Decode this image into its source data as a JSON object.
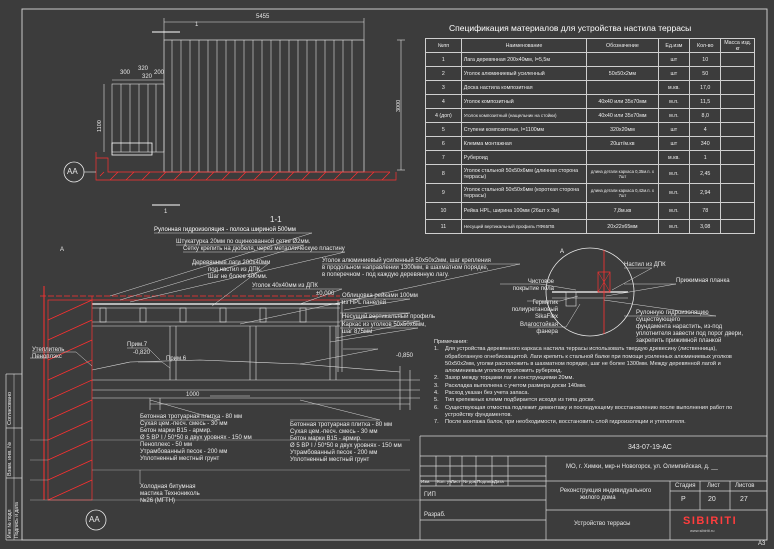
{
  "spec": {
    "title": "Спецификация материалов для устройства настила террасы",
    "headers": [
      "№пп",
      "Наименование",
      "Обозначение",
      "Ед.изм",
      "Кол-во",
      "Масса изд. кг"
    ],
    "rows": [
      [
        "1",
        "Лага деревянная 200х40мм, l=5,5м",
        "",
        "шт",
        "10",
        ""
      ],
      [
        "2",
        "Уголок алюминиевый усиленный",
        "50х50х2мм",
        "шт",
        "50",
        ""
      ],
      [
        "3",
        "Доска настила композитная",
        "",
        "м.кв.",
        "17,0",
        ""
      ],
      [
        "4",
        "Уголок композитный",
        "40х40 или 35х70мм",
        "м.п.",
        "11,5",
        ""
      ],
      [
        "4 (доп)",
        "Уголок композитный (нащельник на стойки)",
        "40х40 или 35х70мм",
        "м.п.",
        "8,0",
        ""
      ],
      [
        "5",
        "Ступени композитные, l=1100мм",
        "320х20мм",
        "шт",
        "4",
        ""
      ],
      [
        "6",
        "Клемма монтажная",
        "20шт/м.кв",
        "шт",
        "340",
        ""
      ],
      [
        "7",
        "Рубероид",
        "",
        "м.кв.",
        "1",
        ""
      ],
      [
        "8",
        "Уголок стальной 50х50х6мм (длинная сторона террасы)",
        "длина детали каркаса 0,35м.п. х 7шт",
        "м.п.",
        "2,45",
        ""
      ],
      [
        "9",
        "Уголок стальной 50х50х6мм (короткая сторона террасы)",
        "длина детали каркаса 0,42м.п. х 7шт",
        "м.п.",
        "2,94",
        ""
      ],
      [
        "10",
        "Рейка HPL, ширина 100мм (26шт х 3м)",
        "7,8м.кв",
        "м.п.",
        "78",
        ""
      ],
      [
        "11",
        "Несущий вертикальный профиль ПФ65ПВ",
        "20х22х65мм",
        "м.п.",
        "3,08",
        ""
      ]
    ]
  },
  "plan": {
    "dim_width": "5455",
    "dim_height": "3000",
    "dim_1100": "1100",
    "dim_300": "300",
    "dim_320a": "320",
    "dim_320b": "320",
    "dim_200": "200",
    "marker": "АА",
    "section_mark": "1"
  },
  "section": {
    "title": "1-1",
    "mark_a": "А",
    "marker": "АА",
    "labels": {
      "hydro_strip": "Рулонная гидроизоляция - полоса шириной 500мм",
      "plaster": "Штукатурка 20мм по оцинкованной сетке Ø2мм.",
      "mesh": "Сетку крепить на дюбеля, через металлическую пластину",
      "joists_l1": "Деревянные лаги 200х40мм",
      "joists_l2": "под настил из ДПК.",
      "joists_l3": "Шаг не более 400мм.",
      "alu_l1": "Уголок алюминиевый усиленный 50х50х2мм, шаг крепления",
      "alu_l2": "в продольном направлении 1300мм, в шахматном порядке,",
      "alu_l3": "в поперечном - под каждую деревянную лагу.",
      "corner": "Уголок 40х40мм из ДПК",
      "level0": "±0,000",
      "cladding_l1": "Облицовка рейками 100мм",
      "cladding_l2": "из HPL панелей",
      "vprofile": "Несущий вертикальный профиль",
      "frame_l1": "Каркас из уголков 50х50х6мм,",
      "frame_l2": "шаг 875мм",
      "insul": "Утеплитель",
      "penoplex": "Пеноплэкс",
      "prim7": "Прим.7",
      "lvl_820": "-0,820",
      "prim6": "Прим.6",
      "lvl_850": "-0,850",
      "dim1000": "1000",
      "leftcake": [
        "Бетонная тротуарная плитка - 80 мм",
        "Сухая цем.-песч. смесь - 30 мм",
        "Бетон марки В15 - армир.",
        "Ø 5 ВР I / 50*50 в двух уровнях - 150 мм",
        "Пеноплекс - 50 мм",
        "Утрамбованный песок - 200 мм",
        "Уплотненный местный грунт"
      ],
      "rightcake": [
        "Бетонная тротуарная плитка - 80 мм",
        "Сухая цем.-песч. смесь - 30 мм",
        "Бетон марки В15 - армир.",
        "Ø 5 ВР I / 50*50 в двух уровнях - 150 мм",
        "Утрамбованный песок - 200 мм",
        "Уплотненный местный грунт"
      ],
      "bitumen_l1": "Холодная битумная",
      "bitumen_l2": "мастика Технониколь",
      "bitumen_l3": "№26 (МГТН)"
    }
  },
  "detail": {
    "mark_a": "А",
    "dpk_deck": "Настил из ДПК",
    "threshold": "Прижимная планка",
    "finish": "Чистовое покрытие пола",
    "sealant_l1": "Герметик",
    "sealant_l2": "полиуретановый",
    "sealant_l3": "SikaFlex",
    "plywood_l1": "Влагостойкая",
    "plywood_l2": "фанера",
    "hydro": [
      "Рулонную гидроизоляцию",
      "существующего",
      "фундамента нарастить, из-под",
      "уплотнителя завести под порог двери,",
      "закрепить прижимной планкой"
    ]
  },
  "notes": {
    "title": "Примечания:",
    "items": [
      "Для устройства деревянного каркаса настила террасы использовать твердую древесину (лиственница), обработанную огнебиозащитой. Лаги крепить к стальной балке при помощи усиленных алюминиевых уголков 50х50х2мм, уголки расположить в шахматном порядке, шаг не более 1300мм. Между деревянной лагой и алюминиевым уголком проложить рубероид.",
      "Зазор между торцами лаг и конструкциями 20мм.",
      "Раскладка выполнена с учетом размера доски 140мм.",
      "Расход указан без учета запаса.",
      "Тип крепежных клемм подбирается исходя из типа доски.",
      "Существующая отмостка подлежит демонтажу и последующему восстановлению после выполнения работ по устройству фундаментов.",
      "После монтажа балок, при необходимости, восстановить слой гидроизоляции и утеплителя."
    ]
  },
  "stamp": {
    "code": "343-07-19-АС",
    "address": "МО, г. Химки, мкр-н Новогорск, ул. Олимпийская, д. __",
    "cols": [
      "Изм.",
      "Кол. уч.",
      "Лист",
      "№ док.",
      "Подпись",
      "Дата"
    ],
    "gip": "ГИП",
    "razrab": "Разраб.",
    "project_l1": "Реконструкция индивидуального",
    "project_l2": "жилого дома",
    "drawing": "Устройство террасы",
    "stage_h": "Стадия",
    "sheet_h": "Лист",
    "sheets_h": "Листов",
    "stage": "Р",
    "sheet": "20",
    "sheets": "27",
    "format": "А3",
    "logo": "SIBIRITI",
    "logo_sub": "www.sibiriti.ru"
  },
  "side": [
    "Согласовано",
    "Взам. инв. №",
    "Подпись и дата",
    "Инв № подл"
  ]
}
